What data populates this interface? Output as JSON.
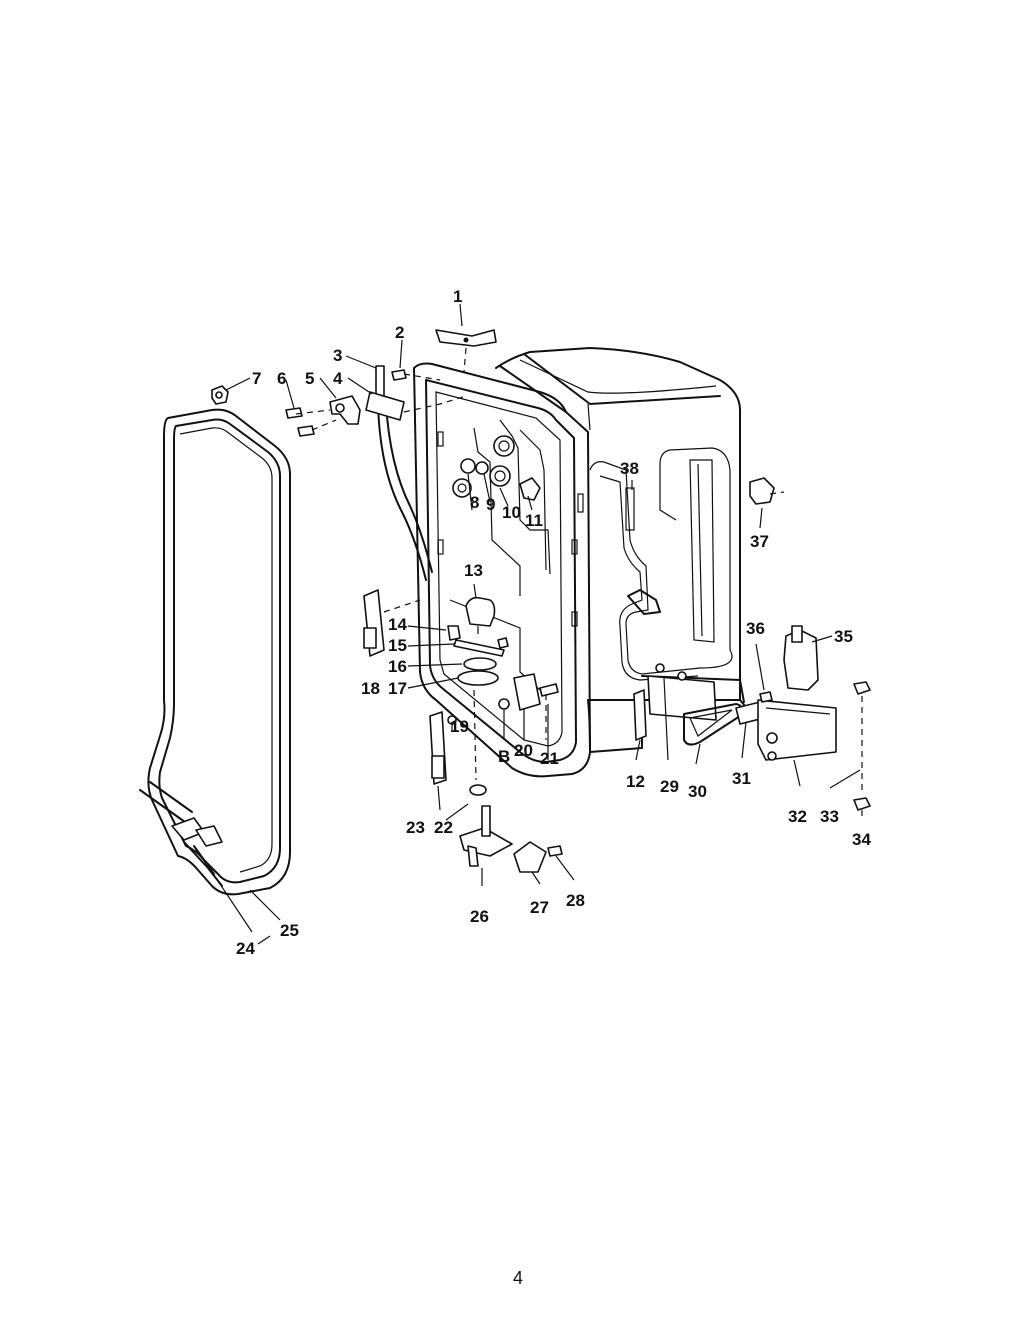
{
  "callouts": {
    "c1": "1",
    "c2": "2",
    "c3": "3",
    "c4": "4",
    "c5": "5",
    "c6": "6",
    "c7": "7",
    "c8": "8",
    "c9": "9",
    "c10": "10",
    "c11": "11",
    "c12": "12",
    "c13": "13",
    "c14": "14",
    "c15": "15",
    "c16": "16",
    "c17": "17",
    "c18": "18",
    "c19": "19",
    "c20": "20",
    "c21": "21",
    "c22": "22",
    "c23": "23",
    "c24": "24",
    "c25": "25",
    "c26": "26",
    "c27": "27",
    "c28": "28",
    "c29": "29",
    "c30": "30",
    "c31": "31",
    "c32": "32",
    "c33": "33",
    "c34": "34",
    "c35": "35",
    "c36": "36",
    "c37": "37",
    "c38": "38",
    "cB": "B"
  },
  "page_number": "4"
}
